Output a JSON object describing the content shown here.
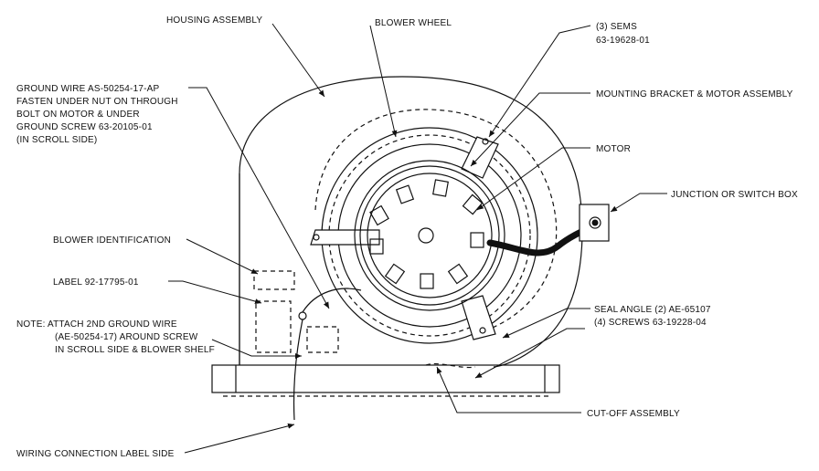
{
  "labels": {
    "housing_assembly": "HOUSING ASSEMBLY",
    "blower_wheel": "BLOWER WHEEL",
    "sems_line1": "(3) SEMS",
    "sems_line2": "63-19628-01",
    "ground_wire_line1": "GROUND WIRE AS-50254-17-AP",
    "ground_wire_line2": "FASTEN UNDER NUT ON THROUGH",
    "ground_wire_line3": "BOLT ON MOTOR & UNDER",
    "ground_wire_line4": "GROUND SCREW 63-20105-01",
    "ground_wire_line5": "(IN SCROLL SIDE)",
    "mounting_bracket": "MOUNTING BRACKET & MOTOR ASSEMBLY",
    "motor": "MOTOR",
    "junction_box": "JUNCTION OR SWITCH BOX",
    "blower_identification": "BLOWER IDENTIFICATION",
    "label_part": "LABEL 92-17795-01",
    "note_line1": "NOTE:  ATTACH 2ND GROUND WIRE",
    "note_line2": "(AE-50254-17) AROUND SCREW",
    "note_line3": "IN SCROLL SIDE & BLOWER SHELF",
    "seal_angle_line1": "SEAL ANGLE (2) AE-65107",
    "seal_angle_line2": "(4) SCREWS 63-19228-04",
    "cutoff_assembly": "CUT-OFF ASSEMBLY",
    "wiring_label_side": "WIRING CONNECTION LABEL SIDE"
  },
  "icons": {
    "motor": "motor-icon",
    "junction_box": "junction-box-icon"
  }
}
